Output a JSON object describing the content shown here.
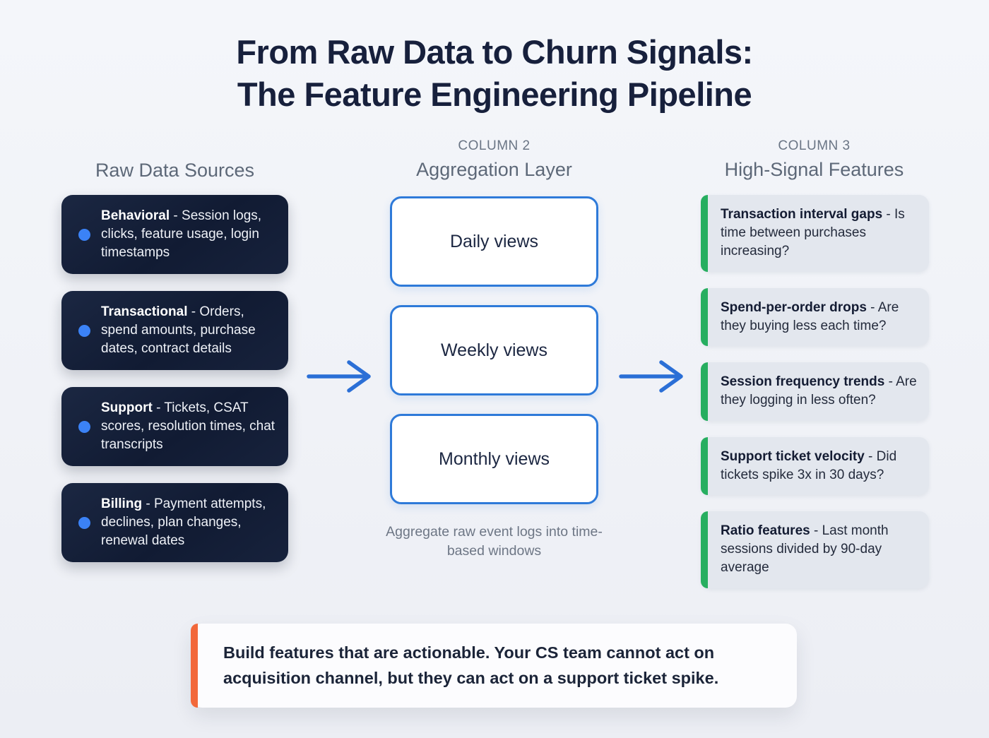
{
  "title": {
    "line1": "From Raw Data to Churn Signals:",
    "line2": "The Feature Engineering Pipeline"
  },
  "columns": [
    {
      "eyebrow": "",
      "title": "Raw Data Sources"
    },
    {
      "eyebrow": "COLUMN 2",
      "title": "Aggregation Layer"
    },
    {
      "eyebrow": "COLUMN 3",
      "title": "High-Signal Features"
    }
  ],
  "raw_sources": [
    {
      "label": "Behavioral",
      "desc": " - Session logs, clicks, feature usage, login timestamps"
    },
    {
      "label": "Transactional",
      "desc": " - Orders, spend amounts, purchase dates, contract details"
    },
    {
      "label": "Support",
      "desc": " - Tickets, CSAT scores, resolution times, chat transcripts"
    },
    {
      "label": "Billing",
      "desc": " - Payment attempts, declines, plan changes, renewal dates"
    }
  ],
  "aggregation": {
    "boxes": [
      "Daily views",
      "Weekly views",
      "Monthly views"
    ],
    "caption": "Aggregate raw event logs into time-based windows"
  },
  "features": [
    {
      "label": "Transaction interval gaps",
      "desc": " - Is time between purchases increasing?"
    },
    {
      "label": "Spend-per-order drops",
      "desc": " - Are they buying less each time?"
    },
    {
      "label": "Session frequency trends",
      "desc": " - Are they logging in less often?"
    },
    {
      "label": "Support ticket velocity",
      "desc": " - Did tickets spike 3x in 30 days?"
    },
    {
      "label": "Ratio features",
      "desc": " - Last month sessions divided by 90-day average"
    }
  ],
  "note": {
    "text": "Build features that are actionable. Your CS team cannot act on acquisition channel, but they can act on a support ticket spike."
  },
  "colors": {
    "accent_blue": "#2e7ad9",
    "dot_blue": "#3b82f6",
    "accent_green": "#27ae60",
    "accent_orange": "#f2683a",
    "card_navy": "#141e38"
  }
}
